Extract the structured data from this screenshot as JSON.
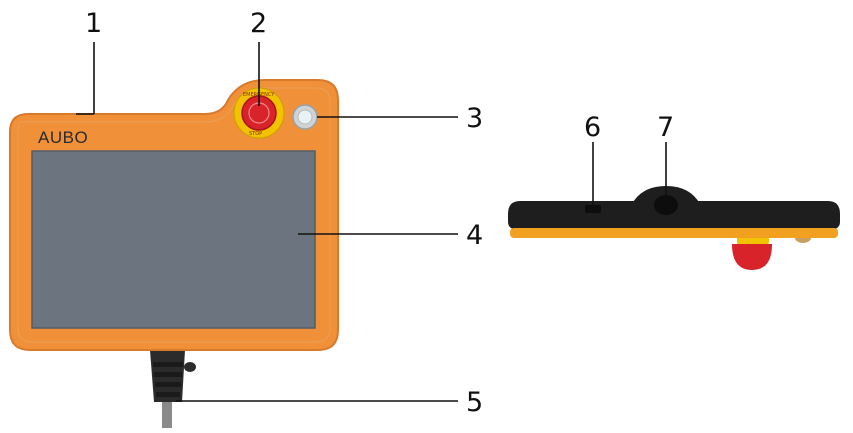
{
  "brand_label": "AUBO",
  "callouts": [
    {
      "id": "1",
      "label": "1"
    },
    {
      "id": "2",
      "label": "2"
    },
    {
      "id": "3",
      "label": "3"
    },
    {
      "id": "4",
      "label": "4"
    },
    {
      "id": "5",
      "label": "5"
    },
    {
      "id": "6",
      "label": "6"
    },
    {
      "id": "7",
      "label": "7"
    }
  ],
  "colors": {
    "housing": "#f0913a",
    "housing_edge": "#d9792a",
    "screen": "#6c7480",
    "estop_red": "#d8232a",
    "estop_yellow": "#f2c200",
    "cable": "#333333",
    "side_body": "#1e1e1e",
    "side_strip": "#f2a020"
  }
}
